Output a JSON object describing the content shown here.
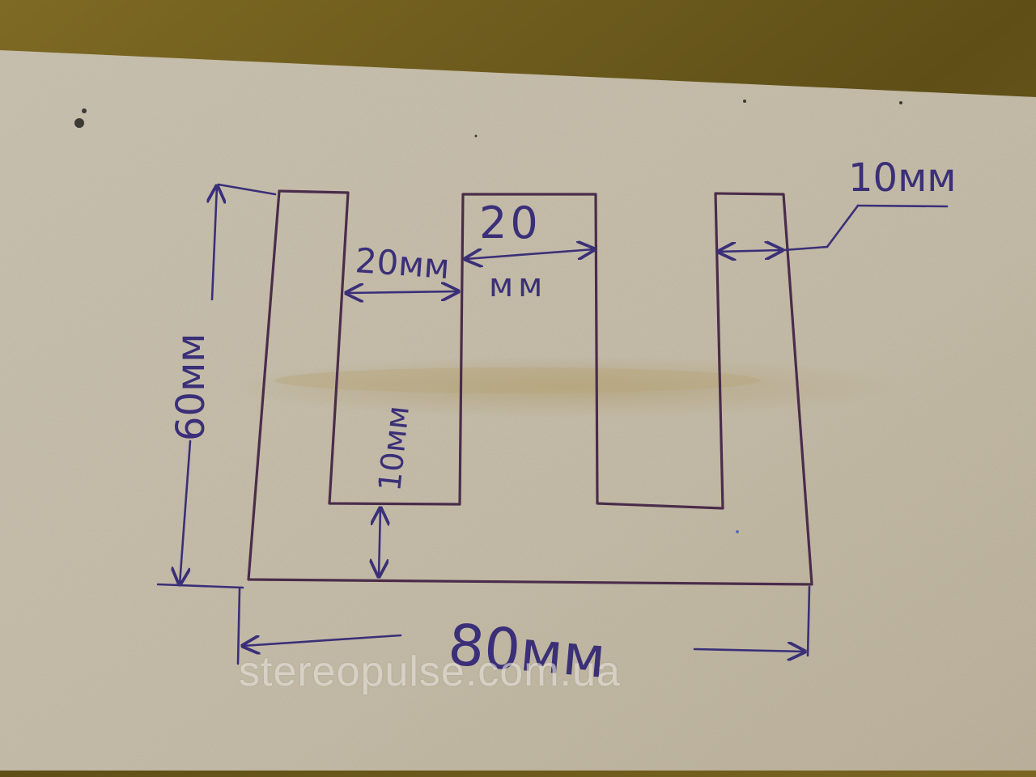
{
  "labels": {
    "height": "60мм",
    "slot_left": "20мм",
    "center_number": "20",
    "center_unit": "мм",
    "right_leg": "10мм",
    "base": "10мм",
    "width": "80мм"
  },
  "watermark": "stereopulse.com.ua",
  "colors": {
    "ink": "#3a2f78",
    "board": "#c9c0ad",
    "table": "#6f5d1c"
  }
}
